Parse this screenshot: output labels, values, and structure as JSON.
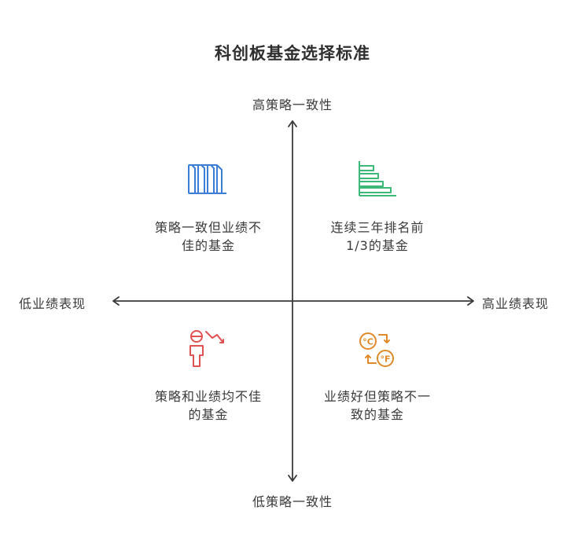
{
  "title": "科创板基金选择标准",
  "axes": {
    "top": "高策略一致性",
    "bottom": "低策略一致性",
    "left": "低业绩表现",
    "right": "高业绩表现"
  },
  "quadrants": {
    "top_left": {
      "line1": "策略一致但业绩不",
      "line2": "佳的基金",
      "icon": "blinds-icon",
      "color": "#3b7dd8"
    },
    "top_right": {
      "line1": "连续三年排名前",
      "line2": "1/3的基金",
      "icon": "bar-chart-icon",
      "color": "#3cb878"
    },
    "bottom_left": {
      "line1": "策略和业绩均不佳",
      "line2": "的基金",
      "icon": "person-trend-down-icon",
      "color": "#e05252"
    },
    "bottom_right": {
      "line1": "业绩好但策略不一",
      "line2": "致的基金",
      "icon": "temperature-convert-icon",
      "color": "#e08a2a"
    }
  },
  "temperature_units": {
    "celsius": "°C",
    "fahrenheit": "°F"
  }
}
